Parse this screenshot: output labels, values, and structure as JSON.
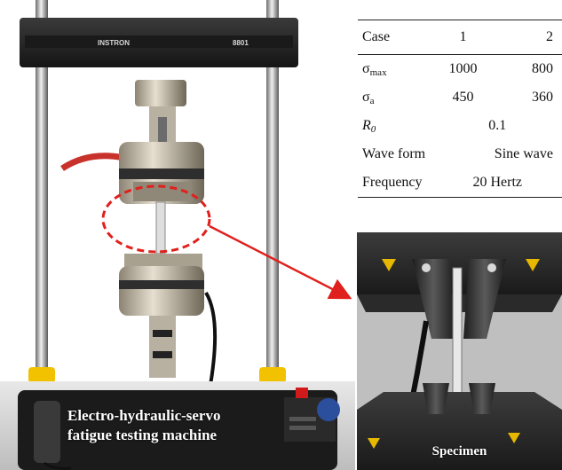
{
  "machine": {
    "brand": "INSTRON",
    "model": "8801",
    "caption_line1": "Electro-hydraulic-servo",
    "caption_line2": "fatigue testing machine"
  },
  "table": {
    "header": {
      "label": "Case",
      "col1": "1",
      "col2": "2"
    },
    "sigma_max": {
      "symbol": "σ",
      "sub": "max",
      "col1": "1000",
      "col2": "800"
    },
    "sigma_a": {
      "symbol": "σ",
      "sub": "a",
      "col1": "450",
      "col2": "360"
    },
    "r0": {
      "symbol": "R",
      "sub": "0",
      "value": "0.1"
    },
    "wave_form": {
      "label": "Wave form",
      "value": "Sine wave"
    },
    "frequency": {
      "label": "Frequency",
      "value": "20 Hertz"
    }
  },
  "closeup": {
    "label": "Specimen"
  },
  "colors": {
    "highlight": "#e0201c",
    "frame_dark": "#2a2a2a",
    "steel": "#c9c2b3",
    "clamp_yellow": "#f2c200"
  }
}
